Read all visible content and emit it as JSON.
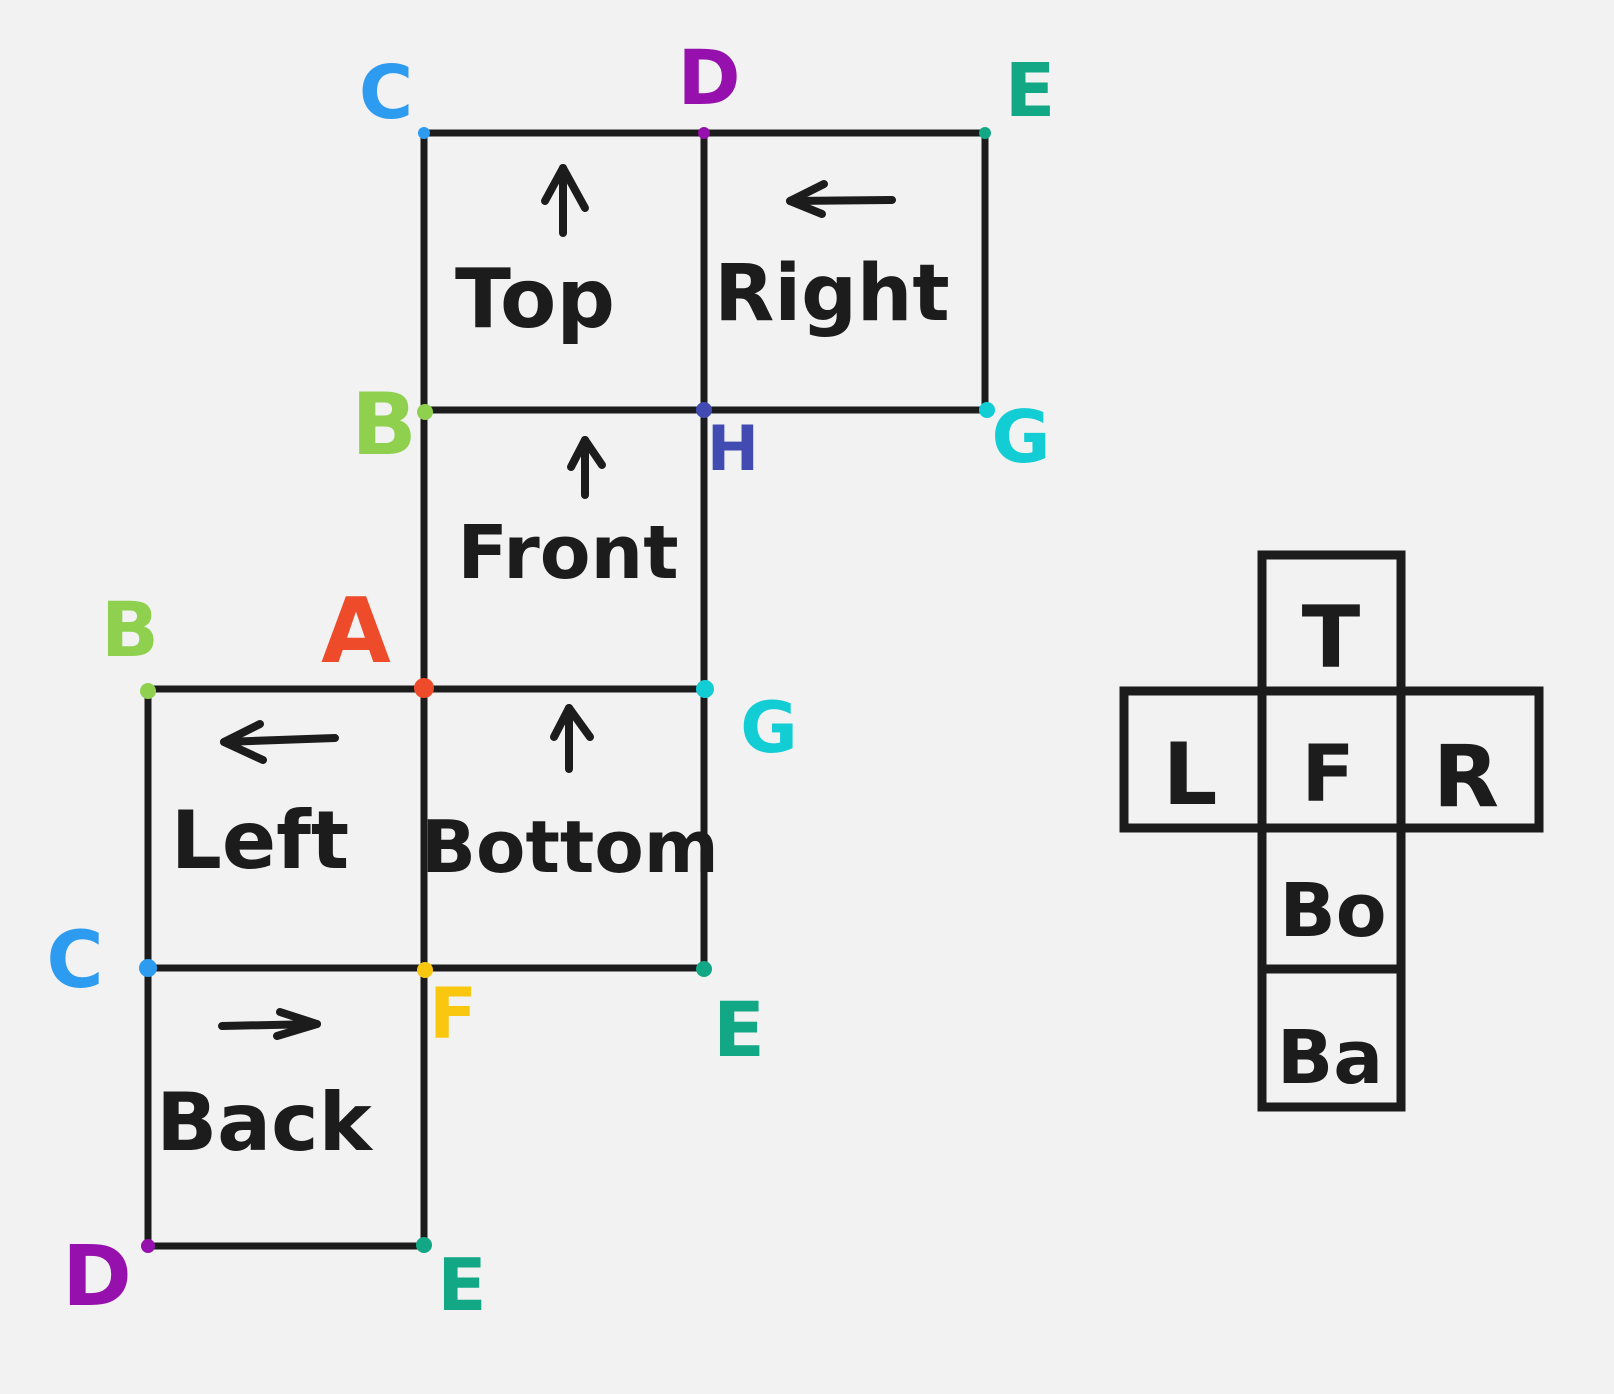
{
  "colors": {
    "background": "#f2f2f2",
    "stroke": "#1c1c1c",
    "A": "#ee4b2b",
    "B": "#8fd14f",
    "C": "#2d9bf0",
    "D": "#9510ac",
    "E": "#12a886",
    "F": "#fac710",
    "G": "#12cdd4",
    "H": "#414bb2"
  },
  "net": {
    "faces": {
      "top": "Top",
      "right": "Right",
      "front": "Front",
      "left": "Left",
      "bottom": "Bottom",
      "back": "Back"
    },
    "vertices": {
      "c1": "C",
      "d1": "D",
      "e1": "E",
      "b1": "B",
      "h": "H",
      "g1": "G",
      "b2": "B",
      "a": "A",
      "g2": "G",
      "c2": "C",
      "f": "F",
      "e2": "E",
      "d2": "D",
      "e3": "E"
    }
  },
  "cross": {
    "top": "T",
    "left": "L",
    "front": "F",
    "right": "R",
    "bottom": "Bo",
    "back": "Ba"
  }
}
